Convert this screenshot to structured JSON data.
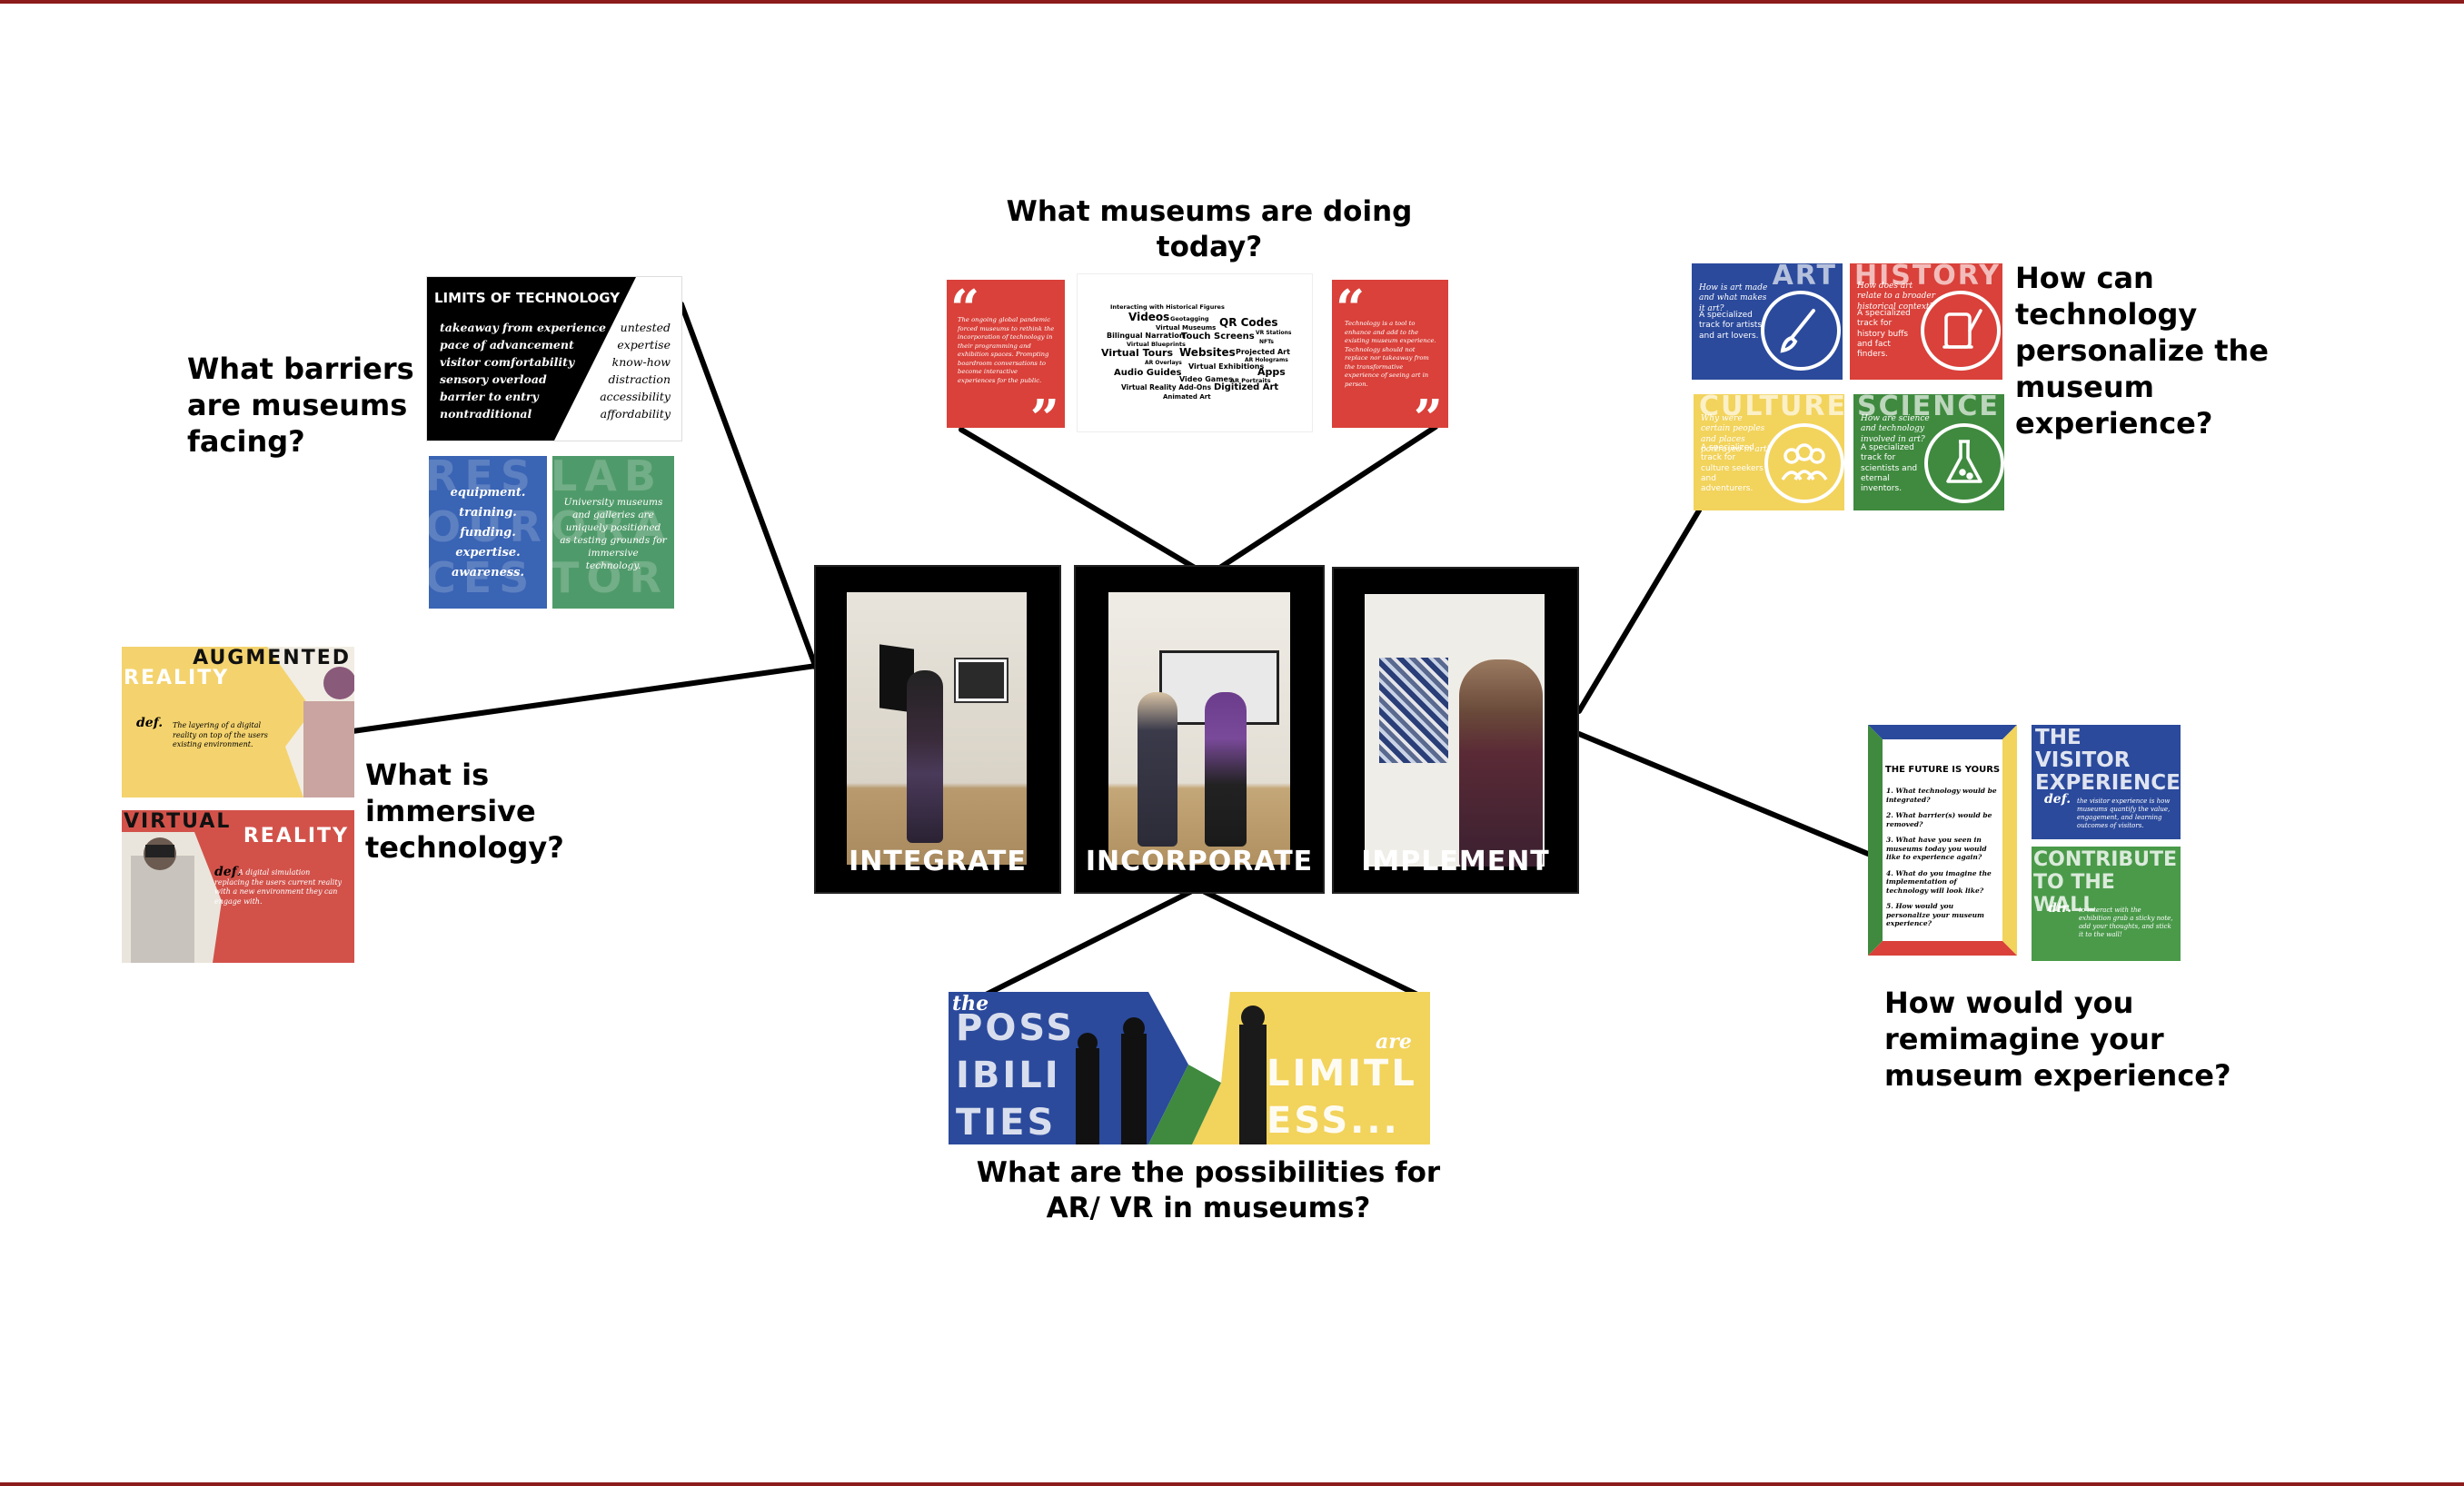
{
  "questions": {
    "barriers": "What barriers are museums facing?",
    "today": "What museums are doing today?",
    "personalize": "How can technology personalize the museum experience?",
    "immersive": "What is immersive technology?",
    "reimagine": "How would you remimagine your museum experience?",
    "possibilities": "What are the possibilities for AR/ VR in museums?"
  },
  "frames": [
    {
      "label": "INTEGRATE"
    },
    {
      "label": "INCORPORATE"
    },
    {
      "label": "IMPLEMENT"
    }
  ],
  "limits": {
    "title": "LIMITS OF TECHNOLOGY",
    "left_items": [
      "takeaway from experience",
      "pace of advancement",
      "visitor comfortability",
      "sensory overload",
      "barrier to entry",
      "nontraditional"
    ],
    "right_items": [
      "untested",
      "expertise",
      "know-how",
      "distraction",
      "accessibility",
      "affordability"
    ]
  },
  "resources": {
    "bg_text": "RESOURCES",
    "lines": [
      "equipment.",
      "training.",
      "funding.",
      "expertise.",
      "awareness."
    ]
  },
  "laboratory": {
    "bg_text": "LABORATORY",
    "text": "University museums and galleries are uniquely positioned as testing grounds for immersive technology."
  },
  "quote_left": "The ongoing global pandemic forced museums to rethink the incorporation of technology in their programming and exhibition spaces. Prompting boardroom conversations to become interactive experiences for the public.",
  "quote_right": "Technology is a tool to enhance and add to the existing museum experience. Technology should not replace nor takeaway from the transformative experience of seeing art in person.",
  "wordcloud": [
    "Interacting with Historical Figures",
    "Videos",
    "Geotagging",
    "QR Codes",
    "Virtual Museums",
    "Bilingual Narration",
    "VR Stations",
    "Touch Screens",
    "NFTs",
    "Virtual Blueprints",
    "Virtual Tours",
    "Websites",
    "Projected Art",
    "AR Overlays",
    "AR Holograms",
    "Virtual Exhibitions",
    "Audio Guides",
    "Apps",
    "Video Games",
    "AR Portraits",
    "Virtual Reality Add-Ons",
    "Digitized Art",
    "Animated Art"
  ],
  "tracks": [
    {
      "title": "ART",
      "question": "How is art made and what makes it art?",
      "desc": "A specialized track for artists and art lovers.",
      "color": "#2b4a9c",
      "icon": "paintbrush-icon"
    },
    {
      "title": "HISTORY",
      "question": "How does art relate to a broader historical context?",
      "desc": "A specialized track for history buffs and fact finders.",
      "color": "#d9413a",
      "icon": "scroll-quill-icon"
    },
    {
      "title": "CULTURE",
      "question": "Why were certain peoples and places portrayed in art?",
      "desc": "A specialized track for culture seekers and adventurers.",
      "color": "#f2d35c",
      "icon": "people-group-icon"
    },
    {
      "title": "SCIENCE",
      "question": "How are science and technology involved in art?",
      "desc": "A specialized track for scientists and eternal inventors.",
      "color": "#3f8a3f",
      "icon": "flask-icon"
    }
  ],
  "augmented": {
    "word1": "AUGMENTED",
    "word2": "REALITY",
    "def_label": "def.",
    "def_text": "The layering of a digital reality on top of the users existing environment."
  },
  "virtual": {
    "word1": "VIRTUAL",
    "word2": "REALITY",
    "def_label": "def.",
    "def_text": "A digital simulation replacing the users current reality with a new environment they can engage with."
  },
  "future": {
    "title": "THE FUTURE IS YOURS",
    "items": [
      "1. What technology would be integrated?",
      "2. What barrier(s) would be removed?",
      "3. What have you seen in museums today you would like to experience again?",
      "4. What do you imagine the implementation of technology will look like?",
      "5. How would you personalize your museum experience?"
    ]
  },
  "visitor_exp": {
    "title": "THE VISITOR EXPERIENCE",
    "def_label": "def.",
    "def_text": "the visitor experience is how museums quantify the value, engagement, and learning outcomes of visitors."
  },
  "contribute": {
    "title": "CONTRIBUTE TO THE WALL",
    "dir_label": "dir.",
    "dir_text": "to interact with the exhibition grab a sticky note, add your thoughts, and stick it to the wall!"
  },
  "possibilities_banner": {
    "the": "the",
    "word_left": "POSSIBILITIES",
    "are": "are",
    "word_right": "LIMITLESS..."
  },
  "colors": {
    "blue": "#2b4a9c",
    "red": "#d9413a",
    "yellow": "#f2d35c",
    "green": "#3f8a3f",
    "edge": "#8c1b1b"
  }
}
